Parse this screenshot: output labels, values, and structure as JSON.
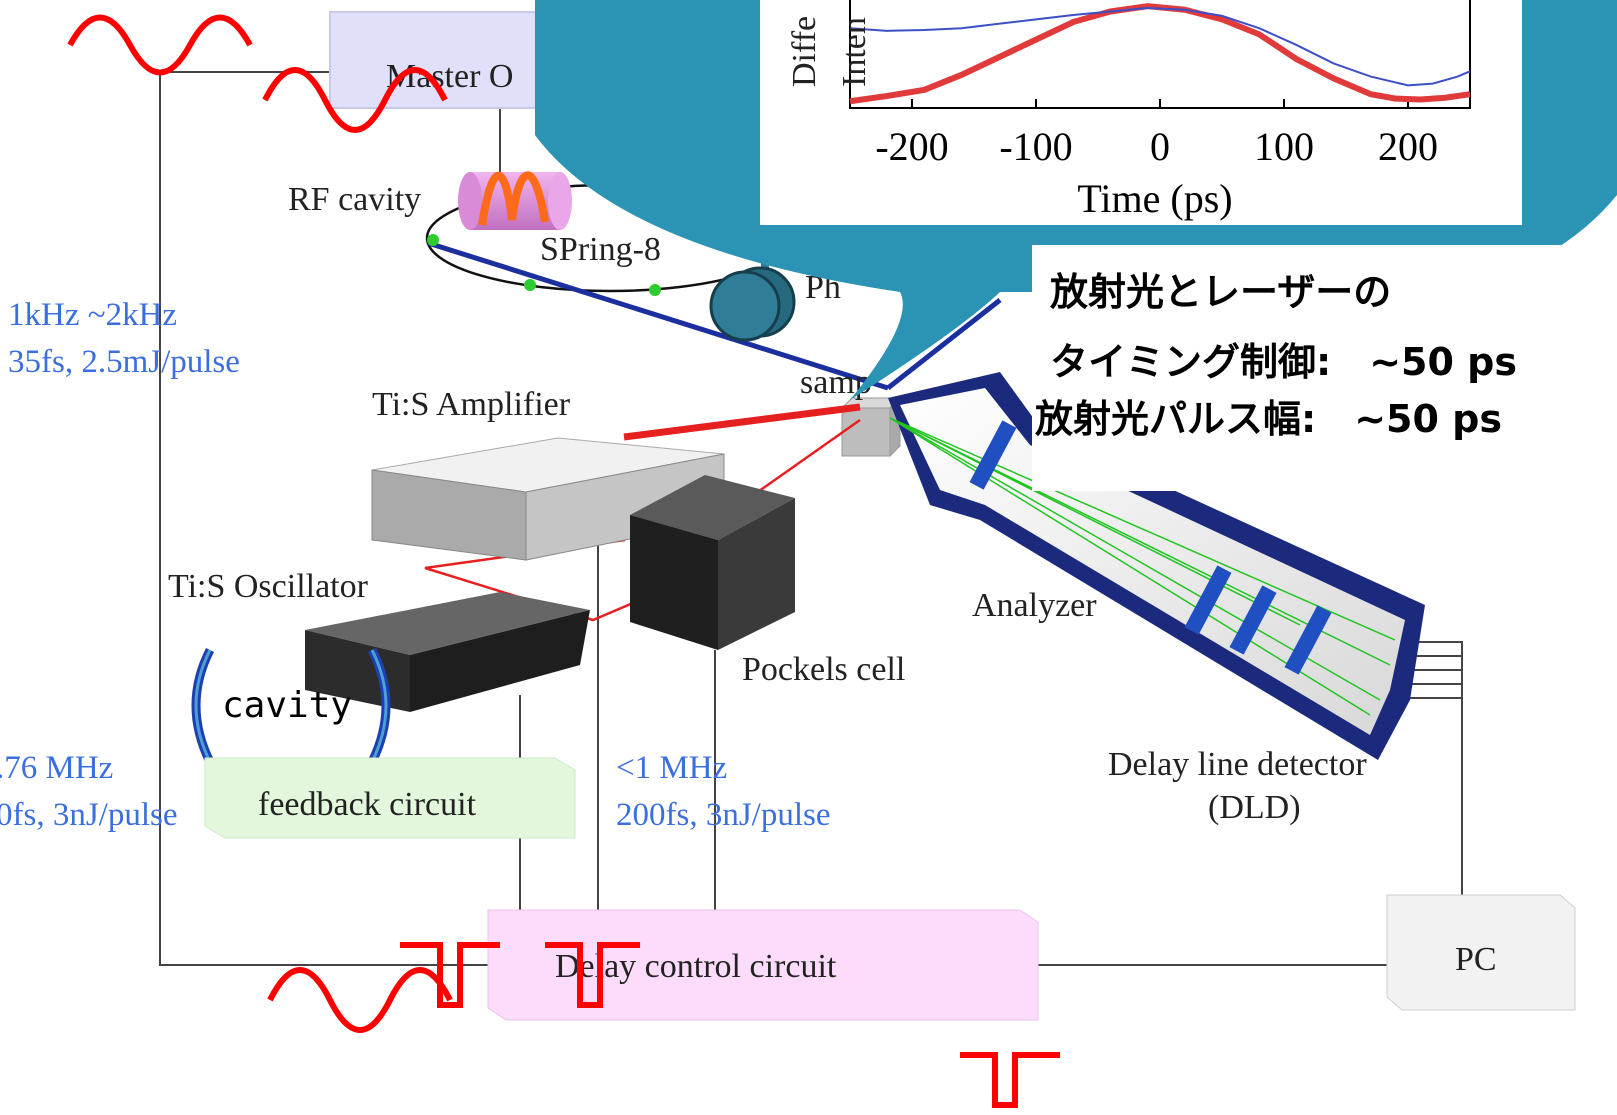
{
  "diagram": {
    "labels": {
      "master_oscillator": "Master O",
      "rf_cavity": "RF cavity",
      "spring8": "SPring-8",
      "ph": "Ph",
      "sample": "samp",
      "ti_amp": "Ti:S Amplifier",
      "ti_osc": "Ti:S Oscillator",
      "cavity": "cavity",
      "analyzer": "Analyzer",
      "pockels": "Pockels cell",
      "feedback": "feedback circuit",
      "dld_1": "Delay line detector",
      "dld_2": "(DLD)",
      "delay_ctrl": "Delay control circuit",
      "pc": "PC"
    },
    "specs": {
      "amp_rate": "1kHz ~2kHz",
      "amp_pulse": "35fs, 2.5mJ/pulse",
      "osc_rate": ".76 MHz",
      "osc_pulse": "0fs, 3nJ/pulse",
      "pockels_rate": "<1 MHz",
      "pockels_pulse": "200fs, 3nJ/pulse"
    },
    "annotation": {
      "line1": "放射光とレーザーの",
      "line2": "タイミング制御:　~50 ps",
      "line3": "放射光パルス幅:　~50 ps"
    },
    "colors": {
      "callout": "#2b93b3",
      "signal_red": "#ff0000",
      "beam_blue": "#1c2f9e",
      "label_blue": "#3b6fe0",
      "master_box": "#e0e0fb",
      "feedback_box": "#e2f7dc",
      "delay_box": "#fcdcfa",
      "pc_box": "#f2f2f2"
    }
  },
  "chart_data": {
    "type": "line",
    "title": "",
    "xlabel": "Time (ps)",
    "ylabel": "Diffe... Inten...",
    "xlim": [
      -250,
      250
    ],
    "ylim": [
      0,
      1
    ],
    "x_ticks": [
      "-200",
      "-100",
      "0",
      "100",
      "200"
    ],
    "x_tick_values": [
      -200,
      -100,
      0,
      100,
      200
    ],
    "ylabel_fragments": [
      "Diffe",
      "Inten"
    ],
    "series": [
      {
        "color": "#e03a3a",
        "x": [
          -250,
          -220,
          -190,
          -160,
          -130,
          -100,
          -70,
          -40,
          -10,
          20,
          50,
          80,
          110,
          140,
          170,
          190,
          210,
          230,
          250
        ],
        "y": [
          0.02,
          0.08,
          0.15,
          0.32,
          0.52,
          0.72,
          0.92,
          1.04,
          1.1,
          1.06,
          0.95,
          0.78,
          0.5,
          0.28,
          0.1,
          0.05,
          0.04,
          0.06,
          0.1
        ]
      },
      {
        "color": "#3d4fc6",
        "x": [
          -250,
          -220,
          -190,
          -160,
          -130,
          -100,
          -70,
          -40,
          -10,
          20,
          50,
          80,
          110,
          140,
          170,
          200,
          220,
          240,
          250
        ],
        "y": [
          0.85,
          0.82,
          0.83,
          0.85,
          0.9,
          0.95,
          1.0,
          1.04,
          1.08,
          1.06,
          0.99,
          0.85,
          0.66,
          0.45,
          0.3,
          0.2,
          0.22,
          0.3,
          0.36
        ]
      }
    ]
  }
}
